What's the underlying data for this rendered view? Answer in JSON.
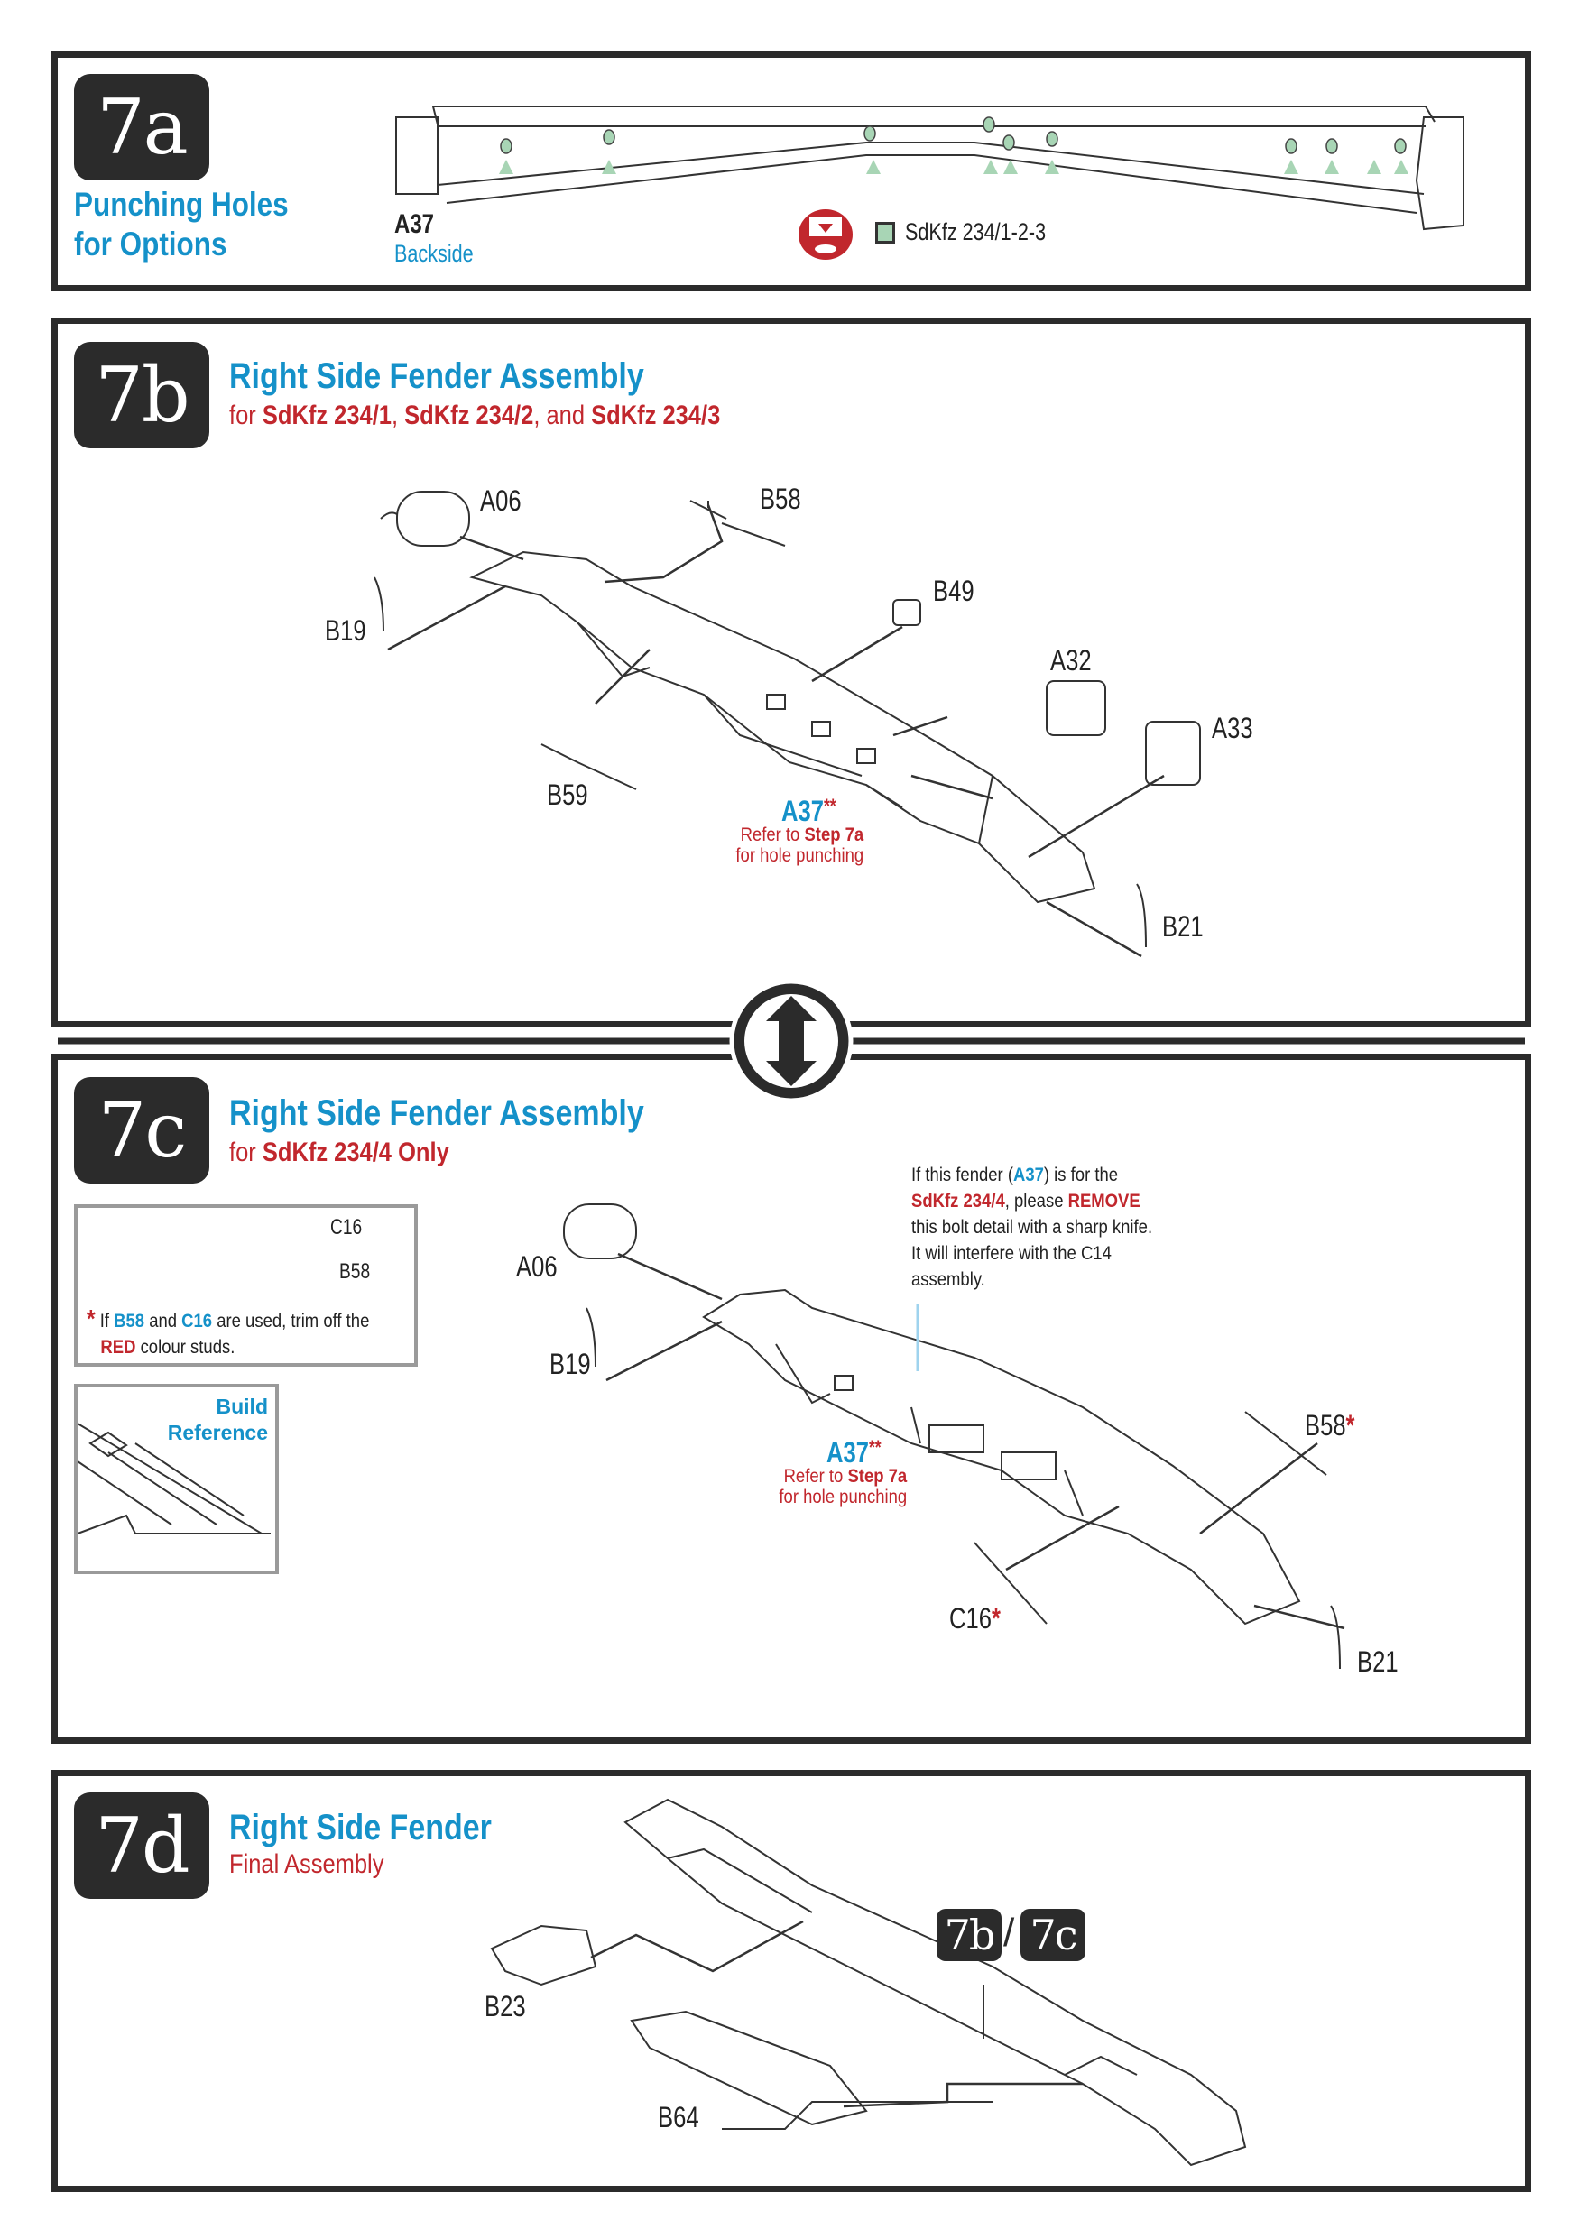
{
  "step7a": {
    "badge": "7a",
    "title_line1": "Punching Holes",
    "title_line2": "for Options",
    "part": "A37",
    "part_note": "Backside",
    "legend_label": "SdKfz 234/1-2-3",
    "legend_color": "#a8d5b5"
  },
  "step7b": {
    "badge": "7b",
    "title": "Right Side Fender Assembly",
    "sub_for": "for ",
    "sub_v1": "SdKfz 234/1",
    "sub_sep1": ", ",
    "sub_v2": "SdKfz 234/2",
    "sub_and": ", and ",
    "sub_v3": "SdKfz 234/3",
    "parts": {
      "a06": "A06",
      "b58": "B58",
      "b19": "B19",
      "b49": "B49",
      "a32": "A32",
      "a33": "A33",
      "b59": "B59",
      "b21": "B21"
    },
    "a37": "A37",
    "a37_mark": "**",
    "refer_pre": "Refer to ",
    "refer_step": "Step 7a",
    "refer_post": "for hole punching"
  },
  "step7c": {
    "badge": "7c",
    "title": "Right Side Fender Assembly",
    "sub_for": "for ",
    "sub_v": "SdKfz 234/4 Only",
    "studs_box": {
      "c16": "C16",
      "b58": "B58",
      "star": "*",
      "n1": "If ",
      "n_b58": "B58",
      "n2": " and ",
      "n_c16": "C16",
      "n3": " are used, trim off the",
      "n_red": "RED",
      "n4": " colour studs."
    },
    "build_ref": {
      "line1": "Build",
      "line2": "Reference"
    },
    "warning": {
      "l1a": "If this fender (",
      "l1b": "A37",
      "l1c": ") is for the",
      "l2a": "SdKfz 234/4",
      "l2b": ", please ",
      "l2c": "REMOVE",
      "l3": "this bolt detail with a sharp knife.",
      "l4": "It will interfere with the C14",
      "l5": "assembly."
    },
    "parts": {
      "a06": "A06",
      "b19": "B19",
      "b58": "B58",
      "c16": "C16",
      "b21": "B21"
    },
    "star": "*",
    "a37": "A37",
    "a37_mark": "**",
    "refer_pre": "Refer to ",
    "refer_step": "Step 7a",
    "refer_post": "for hole punching"
  },
  "step7d": {
    "badge": "7d",
    "title": "Right Side Fender",
    "sub": "Final Assembly",
    "parts": {
      "b23": "B23",
      "b64": "B64"
    },
    "ref_a": "7b",
    "ref_sep": "/",
    "ref_b": "7c"
  },
  "colors": {
    "accent_blue": "#1591c9",
    "accent_red": "#c1272d",
    "frame": "#2b2b2b"
  }
}
